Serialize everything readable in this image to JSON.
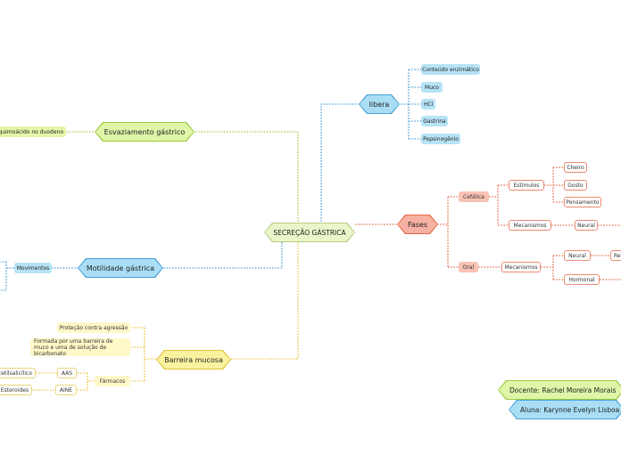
{
  "center": {
    "label": "SECREÇÃO GÁSTRICA"
  },
  "libera": {
    "label": "libera",
    "items": [
      "Conteúdo enzimático",
      "Muco",
      "HCl",
      "Gastrina",
      "Pepsinogênio"
    ]
  },
  "fases": {
    "label": "Fases",
    "cefalica": {
      "label": "Cefálica",
      "estimulos": {
        "label": "Estímulos",
        "items": [
          "Cheiro",
          "Gosto",
          "Pensamento"
        ]
      },
      "mecanismos": {
        "label": "Mecanismos",
        "neural": "Neural"
      }
    },
    "oral": {
      "label": "Oral",
      "mecanismos": {
        "label": "Mecanismos",
        "neural": "Neural",
        "hormonal": "Hormonal",
        "neural_child_partial": "Re"
      }
    }
  },
  "esvaziamento": {
    "label": "Esvaziamento gástrico",
    "leaf": "a e quimoácido no duodeno"
  },
  "motilidade": {
    "label": "Motilidade gástrica",
    "leaf": "Movimentos"
  },
  "barreira": {
    "label": "Barreira mucosa",
    "protecao": "Proteção contra agressão",
    "formada": "Formada por uma barreira de muco e uma de solução de bicarbonato",
    "farmacos": {
      "label": "Fármacos",
      "aas": "AAS",
      "aine": "AINE",
      "aas_partial": "cetilsalicílico",
      "aine_partial": "Esteroides"
    }
  },
  "credits": {
    "docente": "Docente: Rachel Moreira Morais",
    "aluna": "Aluna: Karynne Evelyn Lisboa"
  },
  "colors": {
    "blue": "#2f8fd1",
    "green": "#9dbb2b",
    "yellow": "#e8b820",
    "orange": "#e2532f"
  }
}
